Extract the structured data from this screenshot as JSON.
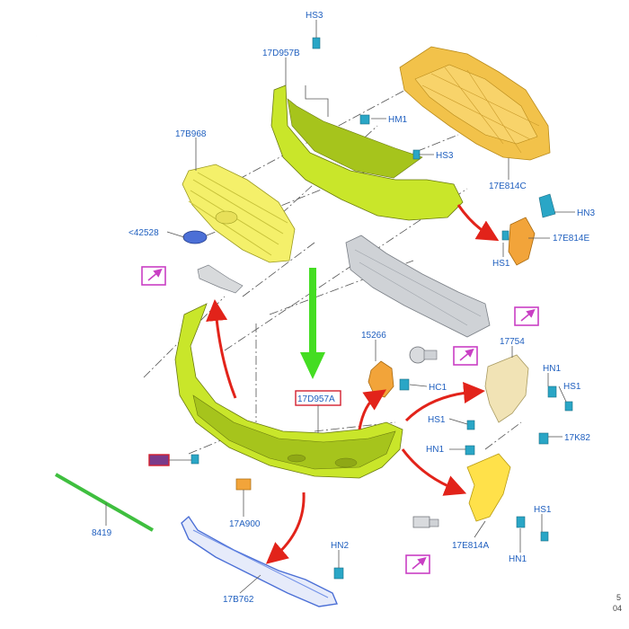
{
  "colors": {
    "label": "#1f5fbf",
    "bumper": "#c9e62a",
    "grille": "#f4f06a",
    "carrier": "#f2c24a",
    "bracket": "#ffe14a",
    "beam": "#cfd2d6",
    "strip": "#3fbf3f",
    "deflector": "#6f8fe8",
    "clip": "#2aa6c6",
    "red_arrow": "#e2231a",
    "green_arrow": "#44dd22",
    "ref_box": "#c93fc4"
  },
  "labels": {
    "hs3_top": "HS3",
    "p17d957b": "17D957B",
    "hm1": "HM1",
    "hs3_right": "HS3",
    "p17b968": "17B968",
    "p17e814c": "17E814C",
    "hn3": "HN3",
    "p17e814e": "17E814E",
    "hs1_right": "HS1",
    "p42528": "<42528",
    "p15266": "15266",
    "hc1": "HC1",
    "p17754": "17754",
    "hn1_a": "HN1",
    "hs1_a": "HS1",
    "p17d957a": "17D957A",
    "hs1_b": "HS1",
    "hn1_b": "HN1",
    "p17k82": "17K82",
    "p17a900": "17A900",
    "p8419": "8419",
    "hn2": "HN2",
    "p17e814a": "17E814A",
    "hs1_c": "HS1",
    "hn1_c": "HN1",
    "p17b762": "17B762",
    "corner_1": "5",
    "corner_2": "04"
  }
}
